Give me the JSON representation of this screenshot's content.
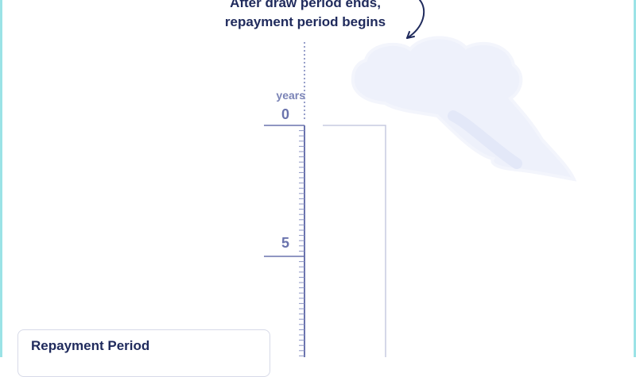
{
  "callout": {
    "line1": "After draw period ends,",
    "line2": "repayment period begins"
  },
  "axis": {
    "unit_label": "years",
    "ticks": [
      "0",
      "5"
    ],
    "color": "#6a73ad"
  },
  "card": {
    "title": "Repayment Period"
  },
  "colors": {
    "text_dark": "#1f2a5c",
    "border_accent": "#9be3e6",
    "cloud": "#eef1fb"
  },
  "icons": [
    "curved-arrow-icon",
    "cloud-icon"
  ]
}
